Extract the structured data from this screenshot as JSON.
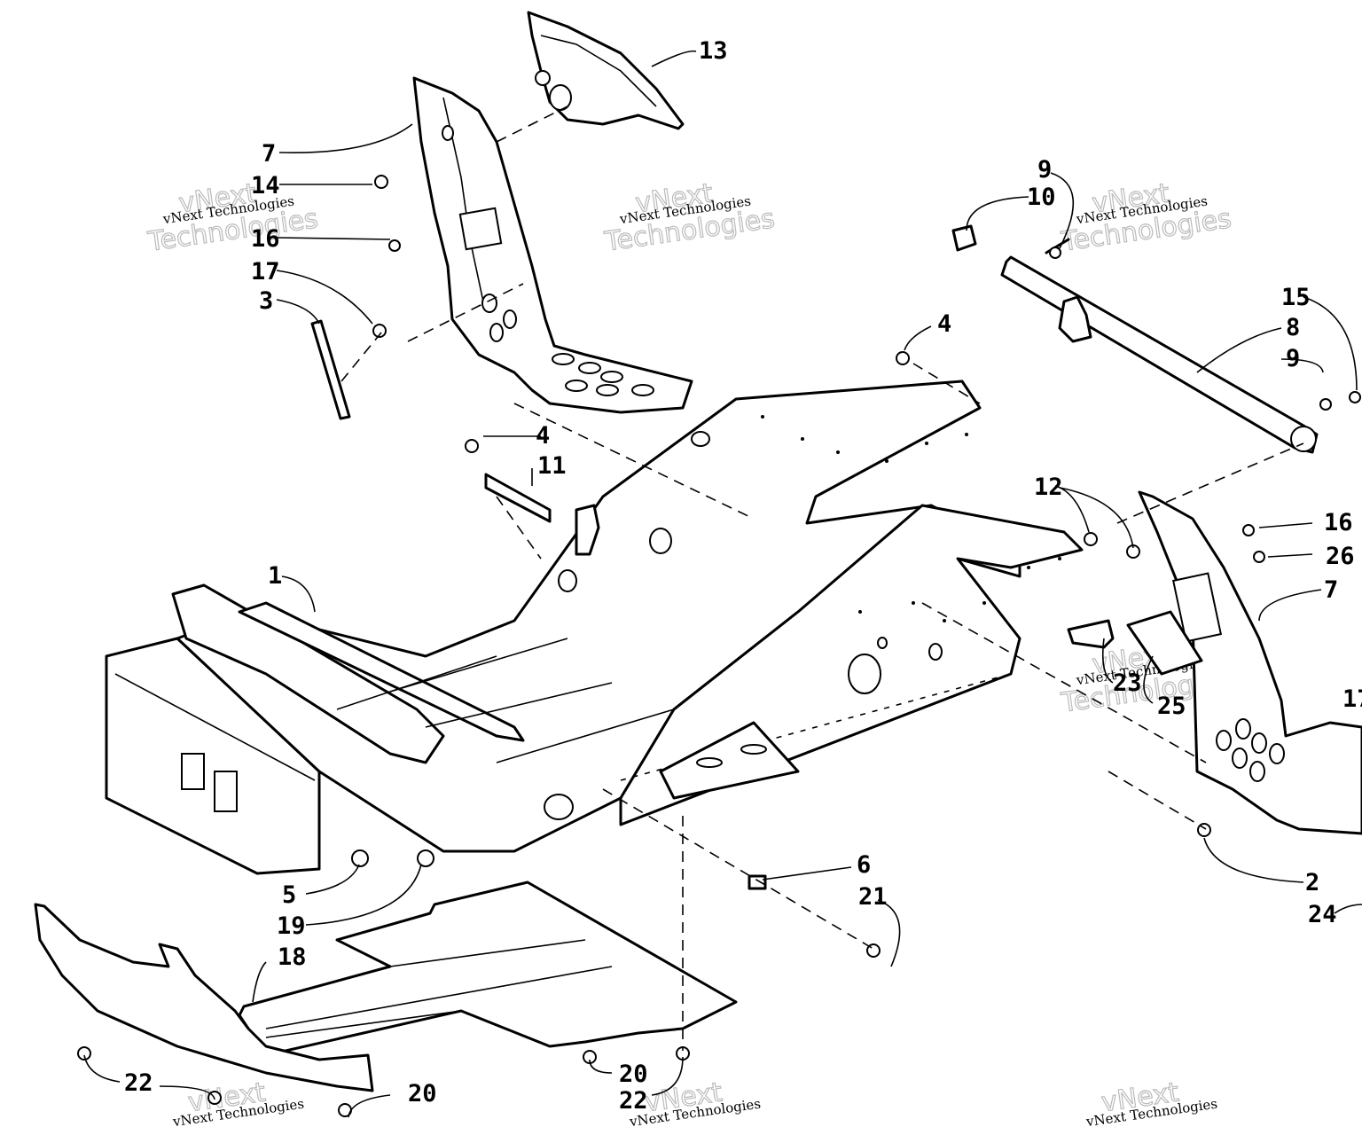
{
  "watermark": {
    "line1": "vNext",
    "line2": "vNext Technologies",
    "line3": "Technologies"
  },
  "callouts": [
    "1",
    "2",
    "3",
    "4",
    "4",
    "5",
    "6",
    "7",
    "7",
    "8",
    "9",
    "9",
    "10",
    "11",
    "12",
    "13",
    "14",
    "15",
    "16",
    "16",
    "17",
    "17",
    "18",
    "19",
    "20",
    "20",
    "21",
    "22",
    "22",
    "23",
    "24",
    "25",
    "26"
  ]
}
